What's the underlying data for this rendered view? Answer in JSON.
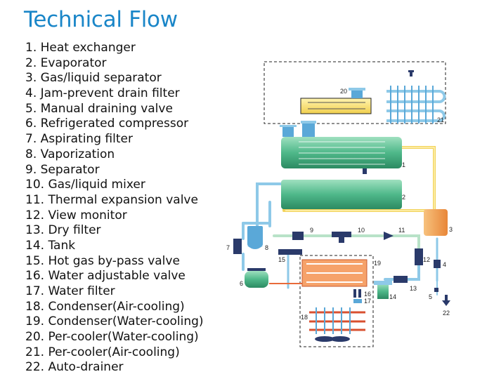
{
  "title": "Technical Flow",
  "components": [
    {
      "num": "1",
      "text": "Heat exchanger"
    },
    {
      "num": "2",
      "text": "Evaporator"
    },
    {
      "num": "3",
      "text": "Gas/liquid separator"
    },
    {
      "num": "4",
      "text": "Jam-prevent drain filter"
    },
    {
      "num": "5",
      "text": "Manual draining valve"
    },
    {
      "num": "6",
      "text": "Refrigerated compressor"
    },
    {
      "num": "7",
      "text": "Aspirating filter"
    },
    {
      "num": "8",
      "text": "Vaporization"
    },
    {
      "num": "9",
      "text": "Separator"
    },
    {
      "num": "10",
      "text": "Gas/liquid mixer"
    },
    {
      "num": "11",
      "text": "Thermal expansion valve"
    },
    {
      "num": "12",
      "text": "View monitor"
    },
    {
      "num": "13",
      "text": "Dry filter"
    },
    {
      "num": "14",
      "text": "Tank"
    },
    {
      "num": "15",
      "text": "Hot gas by-pass valve"
    },
    {
      "num": "16",
      "text": "Water adjustable valve"
    },
    {
      "num": "17",
      "text": "Water filter"
    },
    {
      "num": "18",
      "text": "Condenser(Air-cooling)"
    },
    {
      "num": "19",
      "text": "Condenser(Water-cooling)"
    },
    {
      "num": "20",
      "text": "Per-cooler(Water-cooling)"
    },
    {
      "num": "21",
      "text": "Per-cooler(Air-cooling)"
    },
    {
      "num": "22",
      "text": "Auto-drainer"
    }
  ],
  "colors": {
    "title": "#1a86c8",
    "body_green": "#4fb88a",
    "air_pipe": "#f5d86a",
    "water_pipe": "#8ec9e8",
    "refrigerant_hot": "#e86a3a",
    "dark_fitting": "#2a3a6a",
    "separator_orange": "#f0a050"
  }
}
